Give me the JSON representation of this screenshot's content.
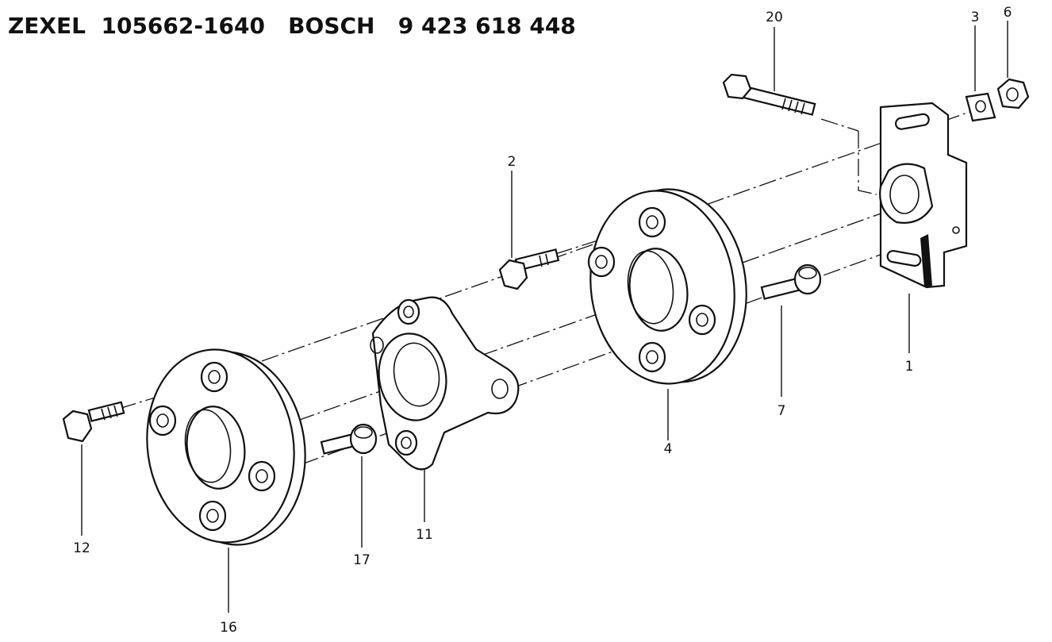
{
  "header": {
    "title": "ZEXEL  105662-1640   BOSCH   9 423 618 448"
  },
  "callouts": [
    {
      "id": "c1",
      "label": "1"
    },
    {
      "id": "c2",
      "label": "2"
    },
    {
      "id": "c3",
      "label": "3"
    },
    {
      "id": "c4",
      "label": "4"
    },
    {
      "id": "c6",
      "label": "6"
    },
    {
      "id": "c7",
      "label": "7"
    },
    {
      "id": "c11",
      "label": "11"
    },
    {
      "id": "c12",
      "label": "12"
    },
    {
      "id": "c16",
      "label": "16"
    },
    {
      "id": "c17",
      "label": "17"
    },
    {
      "id": "c20",
      "label": "20"
    }
  ]
}
